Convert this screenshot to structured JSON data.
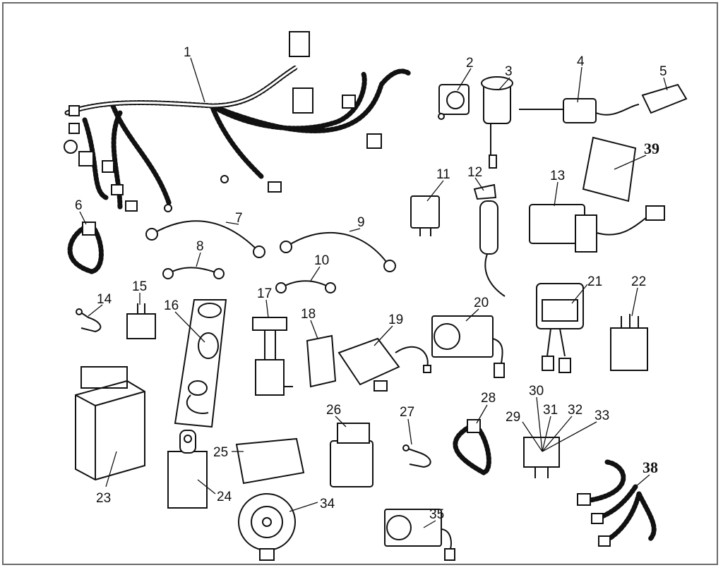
{
  "diagram": {
    "title": "Electrical parts exploded diagram",
    "labels": [
      "1",
      "2",
      "3",
      "4",
      "5",
      "6",
      "7",
      "8",
      "9",
      "10",
      "11",
      "12",
      "13",
      "14",
      "15",
      "16",
      "17",
      "18",
      "19",
      "20",
      "21",
      "22",
      "23",
      "24",
      "25",
      "26",
      "27",
      "28",
      "29",
      "30",
      "31",
      "32",
      "33",
      "34",
      "35",
      "38",
      "39"
    ]
  }
}
